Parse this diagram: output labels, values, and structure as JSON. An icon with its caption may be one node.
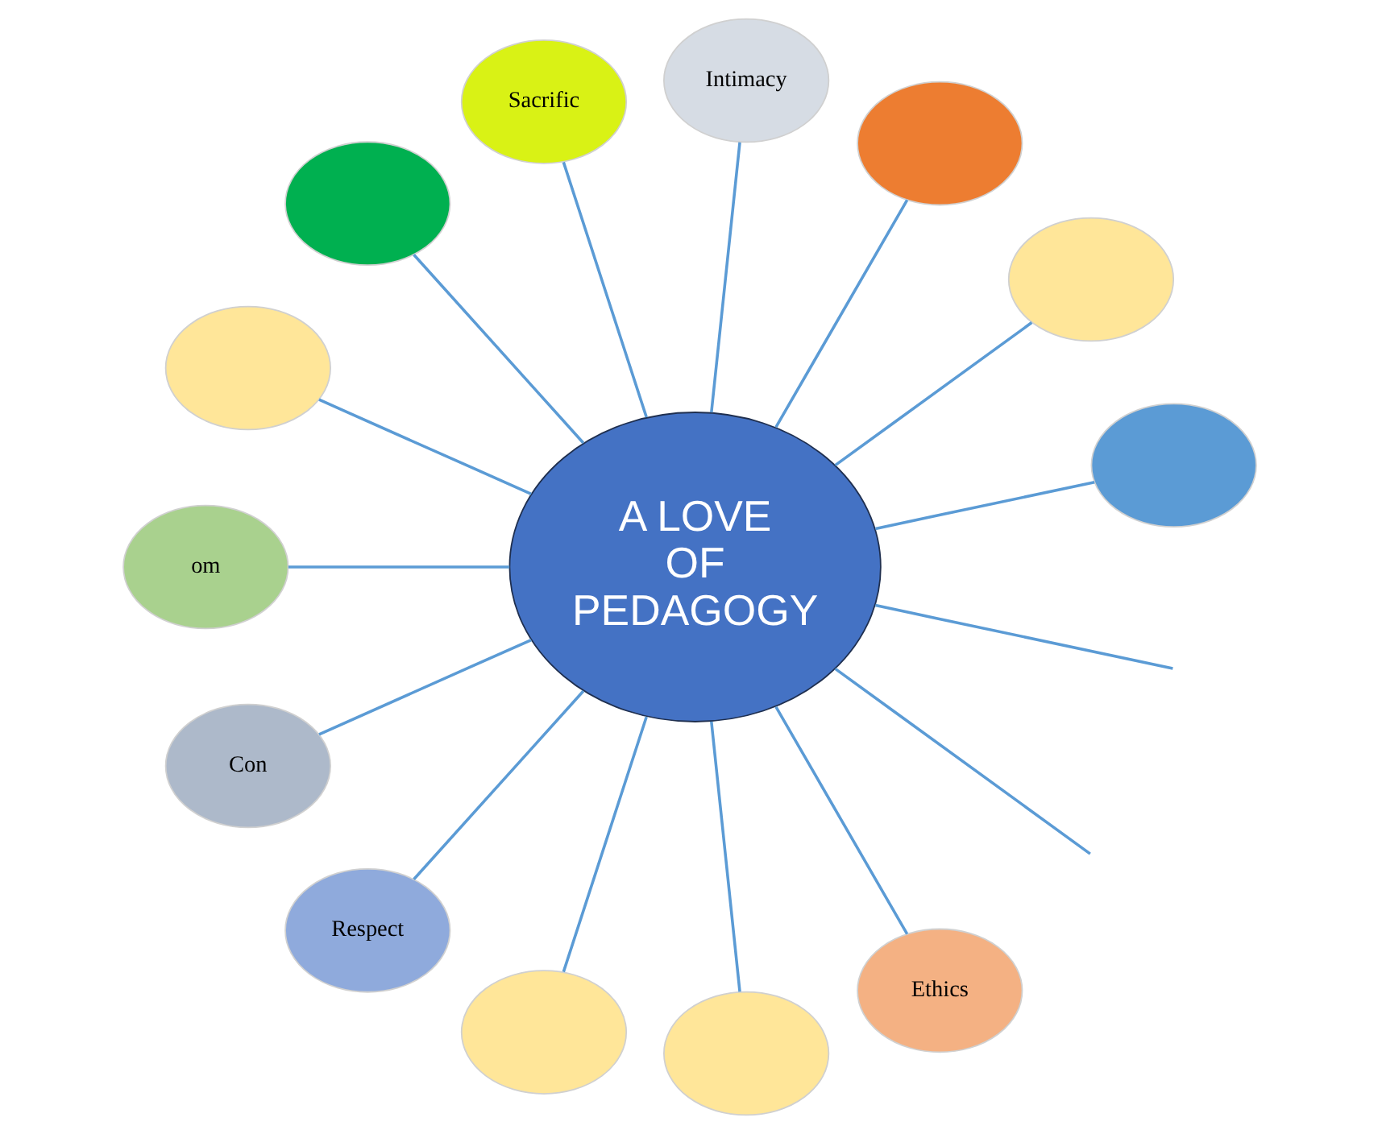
{
  "diagram": {
    "nodes": [
      {
        "text": [],
        "shape": "ellipse"
      },
      {
        "text": [],
        "shape": "ellipse"
      },
      {
        "text": [],
        "shape": "ellipse"
      },
      {
        "text": [
          "Intimacy"
        ]
      },
      {
        "text": [
          "Sacrific"
        ]
      },
      {
        "text": [],
        "shape": "ellipse"
      },
      {
        "text": [],
        "shape": "ellipse"
      },
      {
        "text": [
          "A LOVE OF PEDAGOGY"
        ]
      },
      {
        "text": [
          "om"
        ]
      },
      {
        "text": [
          "Con"
        ]
      },
      {
        "text": [
          "Respect"
        ]
      },
      {
        "text": [],
        "shape": "ellipse"
      },
      {
        "text": [],
        "shape": "ellipse"
      },
      {
        "text": [
          "Ethics"
        ]
      }
    ],
    "edges": [
      {
        "from": 7,
        "to": 0,
        "arrow": "none"
      },
      {
        "from": 7,
        "to": 1,
        "arrow": "none"
      },
      {
        "from": 7,
        "to": 2,
        "arrow": "none"
      },
      {
        "from": 7,
        "to": 3,
        "arrow": "none"
      },
      {
        "from": 7,
        "to": 4,
        "arrow": "none"
      },
      {
        "from": 7,
        "to": 5,
        "arrow": "none"
      },
      {
        "from": 7,
        "to": 6,
        "arrow": "none"
      },
      {
        "from": 7,
        "to": null,
        "arrow": "none"
      },
      {
        "from": 7,
        "to": null,
        "arrow": "none"
      },
      {
        "from": 7,
        "to": 8,
        "arrow": "none"
      },
      {
        "from": 7,
        "to": 9,
        "arrow": "none"
      },
      {
        "from": 7,
        "to": 10,
        "arrow": "none"
      },
      {
        "from": 7,
        "to": 11,
        "arrow": "none"
      },
      {
        "from": 7,
        "to": 12,
        "arrow": "none"
      },
      {
        "from": 7,
        "to": 13,
        "arrow": "none"
      }
    ]
  }
}
